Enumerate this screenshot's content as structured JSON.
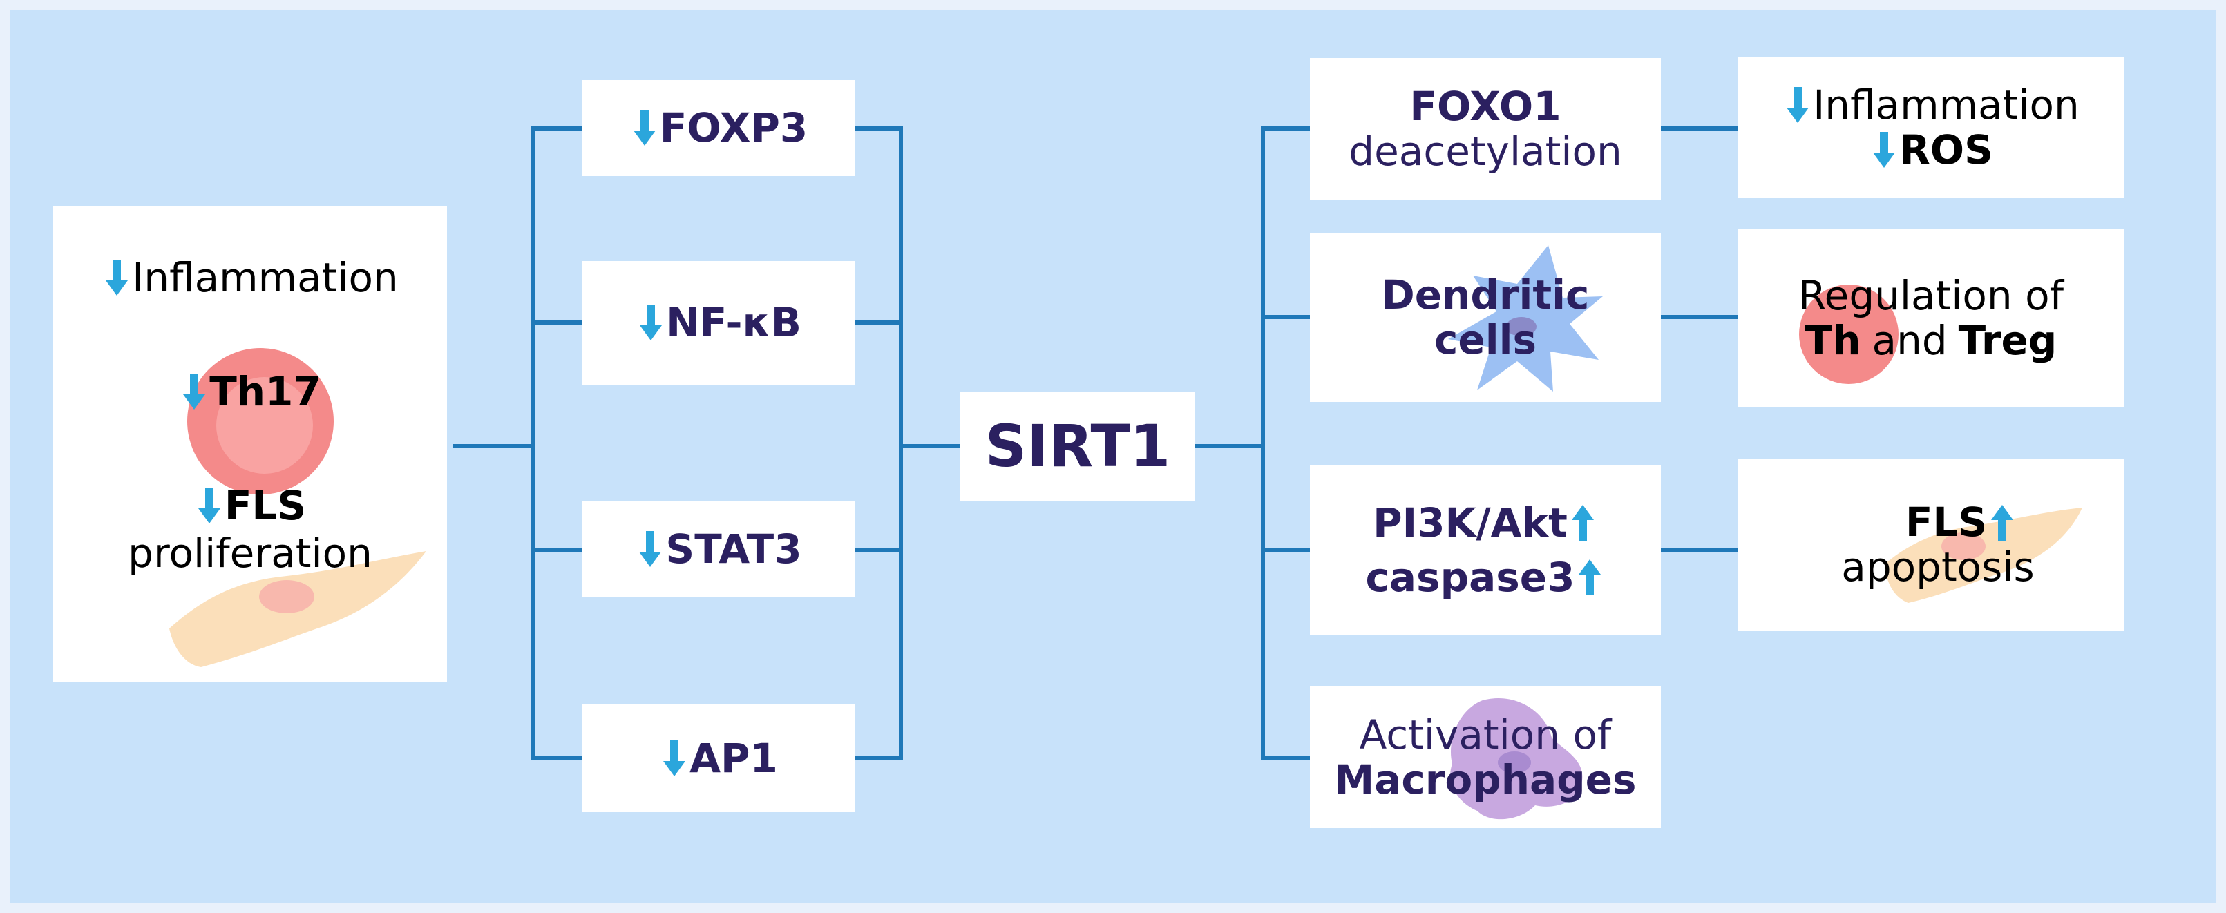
{
  "colors": {
    "background": "#c8e2fa",
    "box": "#ffffff",
    "connector": "#1f78b8",
    "arrow_icon": "#2ba6dc",
    "navy_text": "#2b2060",
    "black_text": "#000000"
  },
  "center": {
    "label": "SIRT1"
  },
  "left_targets": [
    {
      "label": "FOXP3",
      "icon": "down-arrow-icon"
    },
    {
      "label": "NF-κB",
      "icon": "down-arrow-icon"
    },
    {
      "label": "STAT3",
      "icon": "down-arrow-icon"
    },
    {
      "label": "AP1",
      "icon": "down-arrow-icon"
    }
  ],
  "left_outcomes": {
    "inflammation": "Inflammation",
    "th17": "Th17",
    "fls": "FLS",
    "proliferation": "proliferation",
    "icon": "down-arrow-icon"
  },
  "right_mechanisms": {
    "foxo1": {
      "line1": "FOXO1",
      "line2": "deacetylation"
    },
    "dendritic": {
      "line1": "Dendritic",
      "line2": "cells"
    },
    "pi3k": {
      "line1": "PI3K/Akt",
      "line2": "caspase3",
      "icon": "up-arrow-icon"
    },
    "macrophages": {
      "line1": "Activation of",
      "line2": "Macrophages"
    }
  },
  "right_outcomes": {
    "inflammation_ros": {
      "line1": "Inflammation",
      "line2": "ROS",
      "icon": "down-arrow-icon"
    },
    "regulation": {
      "line1": "Regulation of",
      "th": "Th",
      "and": "and",
      "treg": "Treg"
    },
    "fls_apoptosis": {
      "fls": "FLS",
      "apoptosis": "apoptosis",
      "icon": "up-arrow-icon"
    }
  }
}
